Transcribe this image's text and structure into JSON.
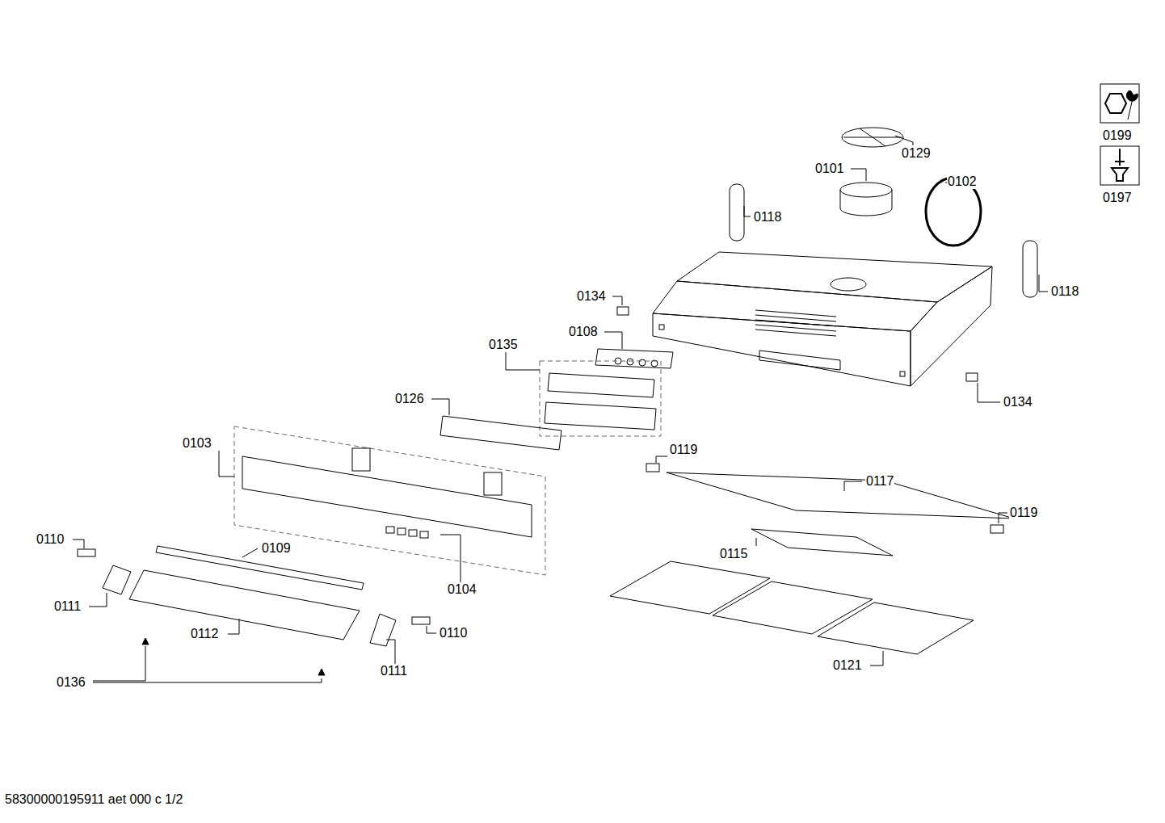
{
  "diagram": {
    "caption": "58300000195911 aet 000 c 1/2",
    "labels": [
      "0199",
      "0197",
      "0129",
      "0101",
      "0102",
      "0118",
      "0118",
      "0134",
      "0108",
      "0135",
      "0134",
      "0126",
      "0103",
      "0119",
      "0117",
      "0119",
      "0110",
      "0109",
      "0115",
      "0104",
      "0111",
      "0110",
      "0112",
      "0111",
      "0121",
      "0136"
    ]
  }
}
